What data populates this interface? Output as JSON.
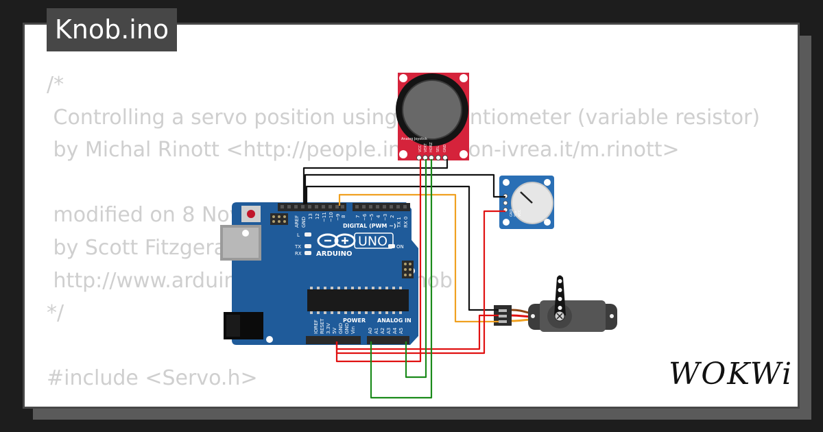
{
  "title": "Knob.ino",
  "code_lines": [
    "/*",
    " Controlling a servo position using a potentiometer (variable resistor)",
    " by Michal Rinott <http://people.interaction-ivrea.it/m.rinott>",
    "",
    " modified on 8 Nov 2013",
    " by Scott Fitzgerald",
    " http://www.arduino.cc/en/Tutorial/Knob",
    "*/",
    "",
    "#include <Servo.h>"
  ],
  "board": {
    "brand": "ARDUINO",
    "model": "UNO",
    "digital_label": "DIGITAL (PWM ~)",
    "power_label": "POWER",
    "analog_label": "ANALOG IN",
    "on_label": "ON",
    "led_l": "L",
    "led_tx": "TX",
    "led_rx": "RX",
    "aref": "AREF",
    "gnd": "GND",
    "digital_pins": [
      "13",
      "12",
      "~11",
      "~10",
      "~9",
      "8",
      "7",
      "~6",
      "~5",
      "4",
      "~3",
      "2",
      "TX 1",
      "RX 0"
    ],
    "power_pins": [
      "IOREF",
      "RESET",
      "3.3V",
      "5V",
      "GND",
      "GND",
      "Vin"
    ],
    "analog_pins": [
      "A0",
      "A1",
      "A2",
      "A3",
      "A4",
      "A5"
    ]
  },
  "joystick": {
    "label": "Analog Joystick",
    "pins": [
      "VCC",
      "VERT",
      "HORZ",
      "SEL",
      "GND"
    ]
  },
  "potentiometer": {
    "pins": [
      "GND",
      "SIG",
      "VCC"
    ]
  },
  "logo": "WOKWi",
  "colors": {
    "background": "#1d1d1d",
    "card": "#ffffff",
    "title_bg": "#474747",
    "code_text": "#cfcfcf",
    "board": "#1f5b9a",
    "joystick_pcb": "#d5233b",
    "pot_pcb": "#2a6fb5",
    "servo": "#555555",
    "wire_red": "#e01010",
    "wire_black": "#111111",
    "wire_green": "#1a8a1a",
    "wire_orange": "#f0a020"
  }
}
